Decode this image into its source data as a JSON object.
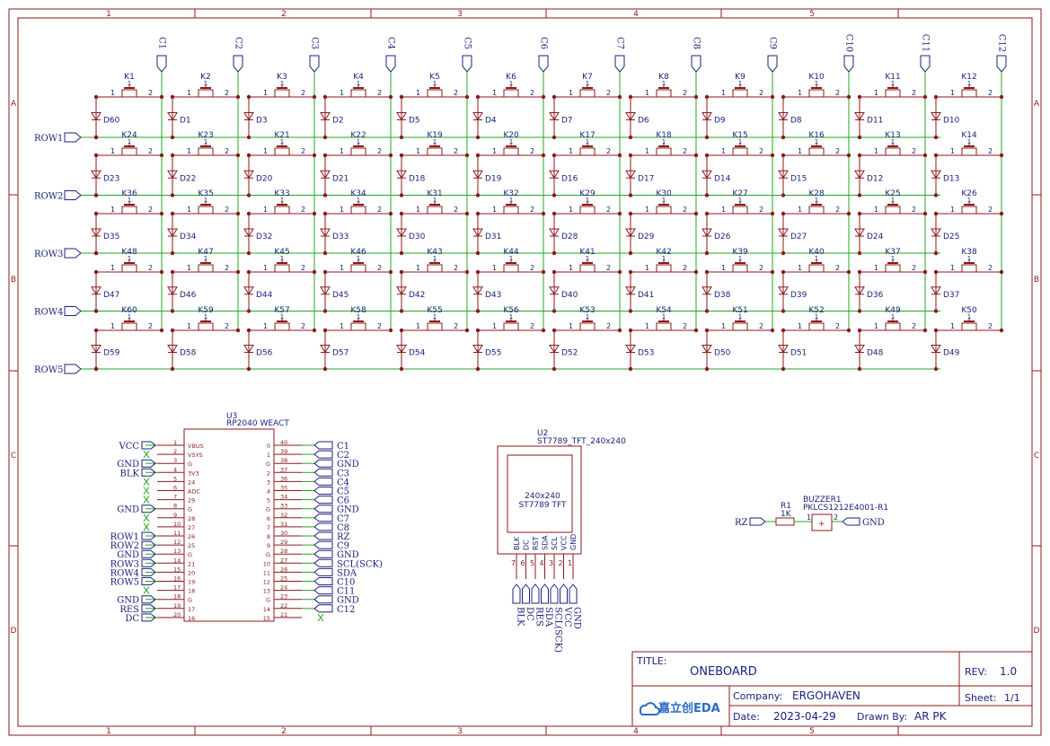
{
  "frame": {
    "col_markers": [
      "1",
      "2",
      "3",
      "4",
      "5"
    ],
    "row_markers": [
      "A",
      "B",
      "C",
      "D"
    ]
  },
  "matrix": {
    "columns": [
      "C1",
      "C2",
      "C3",
      "C4",
      "C5",
      "C6",
      "C7",
      "C8",
      "C9",
      "C10",
      "C11",
      "C12"
    ],
    "rows": [
      "ROW1",
      "ROW2",
      "ROW3",
      "ROW4",
      "ROW5"
    ],
    "pin1": "1",
    "pin2": "2",
    "keys": [
      [
        "K1",
        "K2",
        "K3",
        "K4",
        "K5",
        "K6",
        "K7",
        "K8",
        "K9",
        "K10",
        "K11",
        "K12"
      ],
      [
        "K24",
        "K23",
        "K21",
        "K22",
        "K19",
        "K20",
        "K17",
        "K18",
        "K15",
        "K16",
        "K13",
        "K14"
      ],
      [
        "K36",
        "K35",
        "K33",
        "K34",
        "K31",
        "K32",
        "K29",
        "K30",
        "K27",
        "K28",
        "K25",
        "K26"
      ],
      [
        "K48",
        "K47",
        "K45",
        "K46",
        "K43",
        "K44",
        "K41",
        "K42",
        "K39",
        "K40",
        "K37",
        "K38"
      ],
      [
        "K60",
        "K59",
        "K57",
        "K58",
        "K55",
        "K56",
        "K53",
        "K54",
        "K51",
        "K52",
        "K49",
        "K50"
      ]
    ],
    "diodes": [
      [
        "D60",
        "D1",
        "D3",
        "D2",
        "D5",
        "D4",
        "D7",
        "D6",
        "D9",
        "D8",
        "D11",
        "D10"
      ],
      [
        "D23",
        "D22",
        "D20",
        "D21",
        "D18",
        "D19",
        "D16",
        "D17",
        "D14",
        "D15",
        "D12",
        "D13"
      ],
      [
        "D35",
        "D34",
        "D32",
        "D33",
        "D30",
        "D31",
        "D28",
        "D29",
        "D26",
        "D27",
        "D24",
        "D25"
      ],
      [
        "D47",
        "D46",
        "D44",
        "D45",
        "D42",
        "D43",
        "D40",
        "D41",
        "D38",
        "D39",
        "D36",
        "D37"
      ],
      [
        "D59",
        "D58",
        "D56",
        "D57",
        "D54",
        "D55",
        "D52",
        "D53",
        "D50",
        "D51",
        "D48",
        "D49"
      ]
    ]
  },
  "u3": {
    "ref": "U3",
    "value": "RP2040 WEACT",
    "left_pins": [
      {
        "num": "1",
        "name": "VBUS",
        "net": "VCC"
      },
      {
        "num": "2",
        "name": "VSYS",
        "net": ""
      },
      {
        "num": "3",
        "name": "G",
        "net": "GND"
      },
      {
        "num": "4",
        "name": "3V3",
        "net": "BLK"
      },
      {
        "num": "5",
        "name": "24",
        "net": ""
      },
      {
        "num": "6",
        "name": "ADC",
        "net": ""
      },
      {
        "num": "7",
        "name": "29",
        "net": ""
      },
      {
        "num": "8",
        "name": "G",
        "net": "GND"
      },
      {
        "num": "9",
        "name": "28",
        "net": ""
      },
      {
        "num": "10",
        "name": "27",
        "net": ""
      },
      {
        "num": "11",
        "name": "26",
        "net": "ROW1"
      },
      {
        "num": "12",
        "name": "25",
        "net": "ROW2"
      },
      {
        "num": "13",
        "name": "G",
        "net": "GND"
      },
      {
        "num": "14",
        "name": "21",
        "net": "ROW3"
      },
      {
        "num": "15",
        "name": "20",
        "net": "ROW4"
      },
      {
        "num": "16",
        "name": "19",
        "net": "ROW5"
      },
      {
        "num": "17",
        "name": "18",
        "net": ""
      },
      {
        "num": "18",
        "name": "G",
        "net": "GND"
      },
      {
        "num": "19",
        "name": "17",
        "net": "RES"
      },
      {
        "num": "20",
        "name": "16",
        "net": "DC"
      }
    ],
    "right_pins": [
      {
        "num": "40",
        "name": "0",
        "net": "C1"
      },
      {
        "num": "39",
        "name": "1",
        "net": "C2"
      },
      {
        "num": "38",
        "name": "G",
        "net": "GND"
      },
      {
        "num": "37",
        "name": "2",
        "net": "C3"
      },
      {
        "num": "36",
        "name": "3",
        "net": "C4"
      },
      {
        "num": "35",
        "name": "4",
        "net": "C5"
      },
      {
        "num": "34",
        "name": "5",
        "net": "C6"
      },
      {
        "num": "33",
        "name": "G",
        "net": "GND"
      },
      {
        "num": "32",
        "name": "6",
        "net": "C7"
      },
      {
        "num": "31",
        "name": "7",
        "net": "C8"
      },
      {
        "num": "30",
        "name": "8",
        "net": "RZ"
      },
      {
        "num": "29",
        "name": "9",
        "net": "C9"
      },
      {
        "num": "28",
        "name": "G",
        "net": "GND"
      },
      {
        "num": "27",
        "name": "10",
        "net": "SCL(SCK)"
      },
      {
        "num": "26",
        "name": "11",
        "net": "SDA"
      },
      {
        "num": "25",
        "name": "12",
        "net": "C10"
      },
      {
        "num": "24",
        "name": "13",
        "net": "C11"
      },
      {
        "num": "23",
        "name": "G",
        "net": "GND"
      },
      {
        "num": "22",
        "name": "14",
        "net": "C12"
      },
      {
        "num": "21",
        "name": "15",
        "net": ""
      }
    ]
  },
  "u2": {
    "ref": "U2",
    "value": "ST7789_TFT_240x240",
    "screen_line1": "240x240",
    "screen_line2": "ST7789 TFT",
    "pins": [
      {
        "num": "7",
        "name": "BLK",
        "net": "BLK"
      },
      {
        "num": "6",
        "name": "DC",
        "net": "DC"
      },
      {
        "num": "5",
        "name": "RST",
        "net": "RES"
      },
      {
        "num": "4",
        "name": "SDA",
        "net": "SDA"
      },
      {
        "num": "3",
        "name": "SCL",
        "net": "SCL(SCK)"
      },
      {
        "num": "2",
        "name": "VCC",
        "net": "VCC"
      },
      {
        "num": "1",
        "name": "GND",
        "net": "GND"
      }
    ]
  },
  "buzzer": {
    "r_ref": "R1",
    "r_value": "1K",
    "b_ref": "BUZZER1",
    "b_value": "PKLCS1212E4001-R1",
    "net_in": "RZ",
    "net_out": "GND",
    "pin1": "1",
    "pin2": "2",
    "plus": "+"
  },
  "title_block": {
    "title_label": "TITLE:",
    "title": "ONEBOARD",
    "rev_label": "REV:",
    "rev": "1.0",
    "company_label": "Company:",
    "company": "ERGOHAVEN",
    "sheet_label": "Sheet:",
    "sheet": "1/1",
    "date_label": "Date:",
    "date": "2023-04-29",
    "drawn_label": "Drawn By:",
    "drawn": "AR PK",
    "logo_text": "嘉立创EDA"
  },
  "colors": {
    "frame": "#8b1a1a",
    "wire": "#22aa22",
    "part": "#8b1a1a",
    "text": "#1a237e",
    "net": "#1a237e",
    "nc": "#22aa22"
  }
}
